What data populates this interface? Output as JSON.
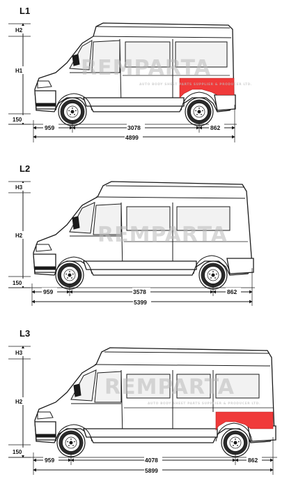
{
  "panels": [
    {
      "label": "L1",
      "height_labels": [
        "H2",
        "H1",
        "150"
      ],
      "dims_bottom": [
        "959",
        "3078",
        "862"
      ],
      "total_length": "4899",
      "watermark": "REMPARTA",
      "watermark_sub": "AUTO BODY SHEET PARTS SUPPLIER & PRODUCER LTD.",
      "highlight": "rear wheel arch panel (short)"
    },
    {
      "label": "L2",
      "height_labels": [
        "H3",
        "H2",
        "150"
      ],
      "dims_bottom": [
        "959",
        "3578",
        "862"
      ],
      "total_length": "5399",
      "watermark": "REMPARTA",
      "watermark_sub": "",
      "highlight": ""
    },
    {
      "label": "L3",
      "height_labels": [
        "H3",
        "H2",
        "150"
      ],
      "dims_bottom": [
        "959",
        "4078",
        "862"
      ],
      "total_length": "5899",
      "watermark": "REMPARTA",
      "watermark_sub": "AUTO BODY SHEET PARTS SUPPLIER & PRODUCER LTD.",
      "highlight": "rear wheel arch panel (long)"
    }
  ],
  "colors": {
    "highlight": "#f03a3a",
    "line": "#1a1a1a",
    "watermark": "#b9b9b9"
  }
}
